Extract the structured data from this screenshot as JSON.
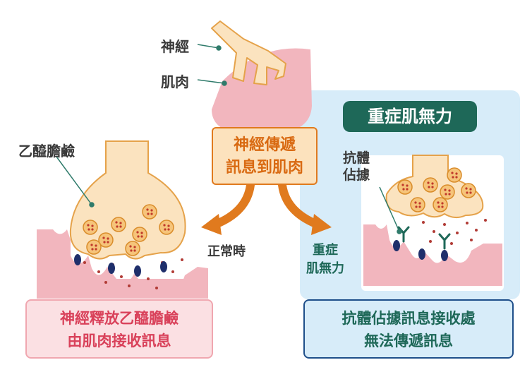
{
  "labels": {
    "nerve": "神經",
    "muscle": "肌肉",
    "acetylcholine": "乙醯膽鹼",
    "antibody_occupy": [
      "抗體",
      "佔據"
    ],
    "normal": "正常時",
    "mg_arrow": [
      "重症",
      "肌無力"
    ]
  },
  "center_box": [
    "神經傳遞",
    "訊息到肌肉"
  ],
  "mg_title": "重症肌無力",
  "caption_left": [
    "神經釋放乙醯膽鹼",
    "由肌肉接收訊息"
  ],
  "caption_right": [
    "抗體佔據訊息接收處",
    "無法傳遞訊息"
  ],
  "colors": {
    "orange": "#e07a1e",
    "peach": "#fce2bd",
    "pink": "#f2b6be",
    "pink_light": "#fbe0e3",
    "blue_panel": "#d7ecf9",
    "teal_dark": "#1e6858",
    "navy": "#1f2f6b",
    "red_text": "#d9415a",
    "dot_red": "#b13b35"
  }
}
